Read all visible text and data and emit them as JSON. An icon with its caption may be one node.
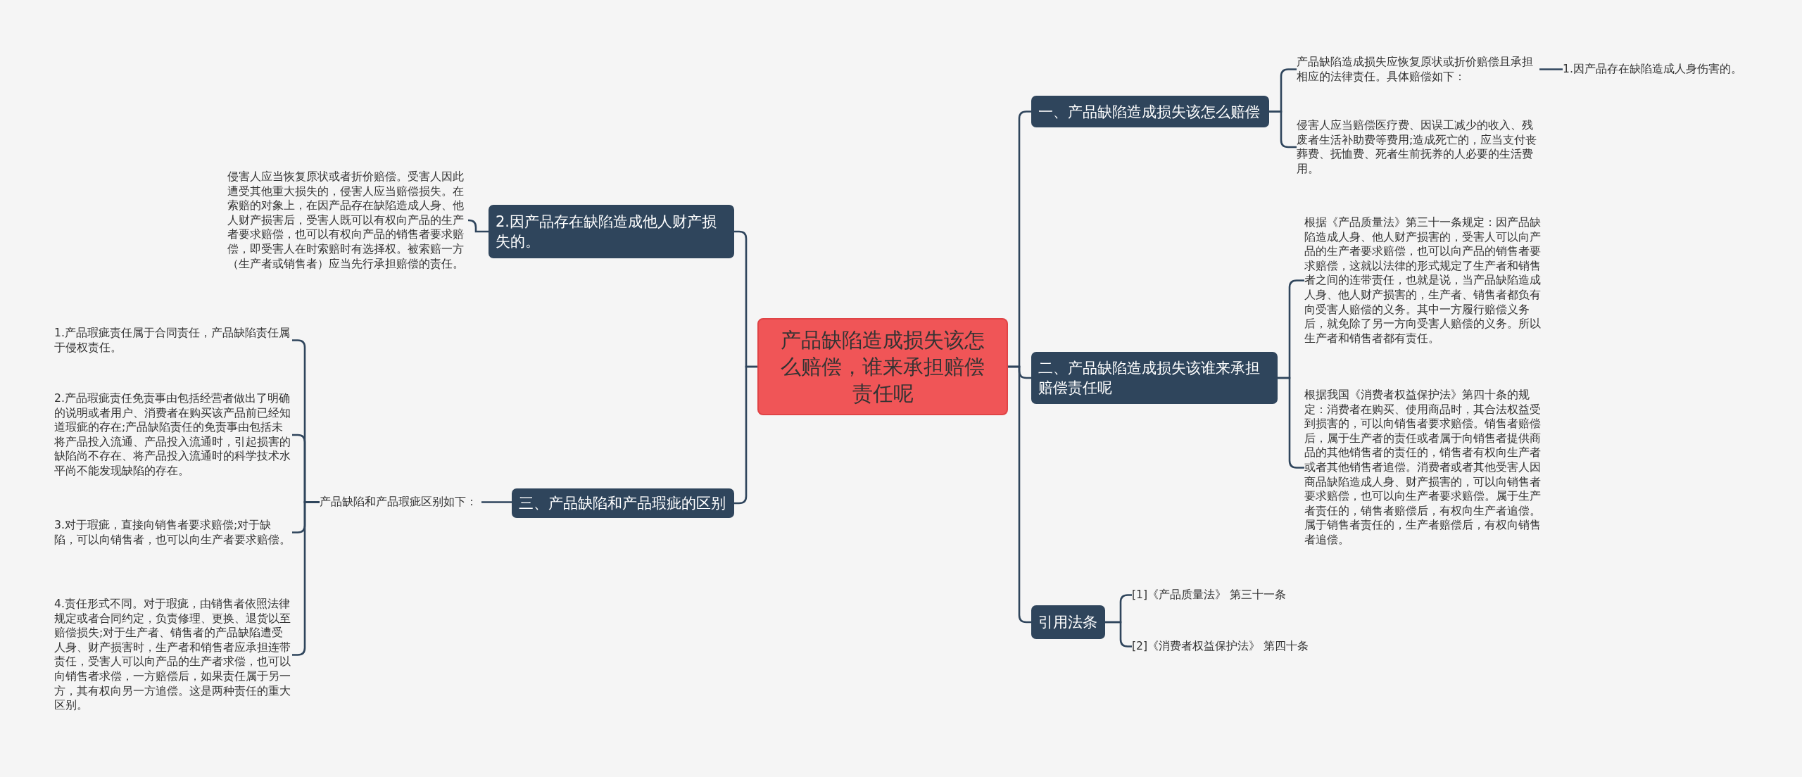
{
  "diagram": {
    "nodes": [
      {
        "text": [
          "产品缺陷造成损失该怎么赔偿，谁来承担赔偿责任呢"
        ]
      },
      {
        "text": [
          "一、产品缺陷造成损失该怎么赔偿"
        ]
      },
      {
        "text": [
          "产品缺陷造成损失应恢复原状或折价赔偿且承担相应的法律责任。具体赔偿如下："
        ]
      },
      {
        "text": [
          "1.因产品存在缺陷造成人身伤害的。"
        ]
      },
      {
        "text": [
          "侵害人应当赔偿医疗费、因误工减少的收入、残废者生活补助费等费用;造成死亡的，应当支付丧葬费、抚恤费、死者生前抚养的人必要的生活费用。"
        ]
      },
      {
        "text": [
          "二、产品缺陷造成损失该谁来承担赔偿责任呢"
        ]
      },
      {
        "text": [
          "根据《产品质量法》第三十一条规定：因产品缺陷造成人身、他人财产损害的，受害人可以向产品的生产者要求赔偿，也可以向产品的销售者要求赔偿，这就以法律的形式规定了生产者和销售者之间的连带责任，也就是说，当产品缺陷造成人身、他人财产损害的，生产者、销售者都负有向受害人赔偿的义务。其中一方履行赔偿义务后，就免除了另一方向受害人赔偿的义务。所以生产者和销售者都有责任。"
        ]
      },
      {
        "text": [
          "根据我国《消费者权益保护法》第四十条的规定：消费者在购买、使用商品时，其合法权益受到损害的，可以向销售者要求赔偿。销售者赔偿后，属于生产者的责任或者属于向销售者提供商品的其他销售者的责任的，销售者有权向生产者或者其他销售者追偿。消费者或者其他受害人因商品缺陷造成人身、财产损害的，可以向销售者要求赔偿，也可以向生产者要求赔偿。属于生产者责任的，销售者赔偿后，有权向生产者追偿。属于销售者责任的，生产者赔偿后，有权向销售者追偿。"
        ]
      },
      {
        "text": [
          "引用法条"
        ]
      },
      {
        "text": [
          "[1]《产品质量法》 第三十一条"
        ]
      },
      {
        "text": [
          "[2]《消费者权益保护法》 第四十条"
        ]
      },
      {
        "text": [
          "2.因产品存在缺陷造成他人财产损失的。"
        ]
      },
      {
        "text": [
          "侵害人应当恢复原状或者折价赔偿。受害人因此遭受其他重大损失的，侵害人应当赔偿损失。在索赔的对象上，在因产品存在缺陷造成人身、他人财产损害后，受害人既可以有权向产品的生产者要求赔偿，也可以有权向产品的销售者要求赔偿，即受害人在时索赔时有选择权。被索赔一方（生产者或销售者）应当先行承担赔偿的责任。"
        ]
      },
      {
        "text": [
          "三、产品缺陷和产品瑕疵的区别"
        ]
      },
      {
        "text": [
          "产品缺陷和产品瑕疵区别如下："
        ]
      },
      {
        "text": [
          "1.产品瑕疵责任属于合同责任，产品缺陷责任属于侵权责任。"
        ]
      },
      {
        "text": [
          "2.产品瑕疵责任免责事由包括经营者做出了明确的说明或者用户、消费者在购买该产品前已经知道瑕疵的存在;产品缺陷责任的免责事由包括未将产品投入流通、产品投入流通时，引起损害的缺陷尚不存在、将产品投入流通时的科学技术水平尚不能发现缺陷的存在。"
        ]
      },
      {
        "text": [
          "3.对于瑕疵，直接向销售者要求赔偿;对于缺陷，可以向销售者，也可以向生产者要求赔偿。"
        ]
      },
      {
        "text": [
          "4.责任形式不同。对于瑕疵，由销售者依照法律规定或者合同约定，负责修理、更换、退货以至赔偿损失;对于生产者、销售者的产品缺陷遭受人身、财产损害时，生产者和销售者应承担连带责任，受害人可以向产品的生产者求偿，也可以向销售者求偿，一方赔偿后，如果责任属于另一方，其有权向另一方追偿。这是两种责任的重大区别。"
        ]
      }
    ],
    "edges": [
      {
        "from": 0,
        "to": 1,
        "arrow": "none"
      },
      {
        "from": 1,
        "to": 2,
        "arrow": "none"
      },
      {
        "from": 2,
        "to": 3,
        "arrow": "none"
      },
      {
        "from": 1,
        "to": 4,
        "arrow": "none"
      },
      {
        "from": 0,
        "to": 5,
        "arrow": "none"
      },
      {
        "from": 5,
        "to": 6,
        "arrow": "none"
      },
      {
        "from": 5,
        "to": 7,
        "arrow": "none"
      },
      {
        "from": 0,
        "to": 8,
        "arrow": "none"
      },
      {
        "from": 8,
        "to": 9,
        "arrow": "none"
      },
      {
        "from": 8,
        "to": 10,
        "arrow": "none"
      },
      {
        "from": 0,
        "to": 11,
        "arrow": "none"
      },
      {
        "from": 11,
        "to": 12,
        "arrow": "none"
      },
      {
        "from": 0,
        "to": 13,
        "arrow": "none"
      },
      {
        "from": 13,
        "to": 14,
        "arrow": "none"
      },
      {
        "from": 14,
        "to": 15,
        "arrow": "none"
      },
      {
        "from": 14,
        "to": 16,
        "arrow": "none"
      },
      {
        "from": 14,
        "to": 17,
        "arrow": "none"
      },
      {
        "from": 14,
        "to": 18,
        "arrow": "none"
      }
    ]
  }
}
